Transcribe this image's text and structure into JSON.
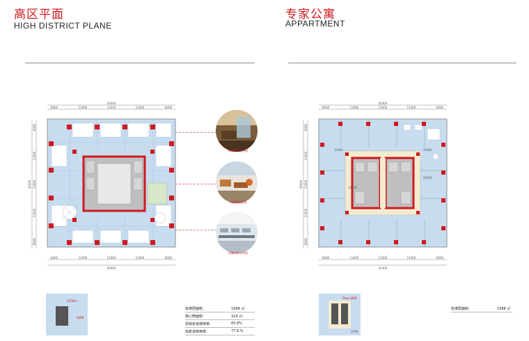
{
  "left": {
    "title_cn": "高区平面",
    "title_en": "HIGH DISTRICT PLANE",
    "dims_top_total": "45000",
    "dims_top": [
      "8000",
      "11000",
      "11000",
      "11000",
      "8000"
    ],
    "dims_bottom_total": "54000",
    "dims_bottom": [
      "8000",
      "11000",
      "11000",
      "11000",
      "8000"
    ],
    "dims_side_total": "45000",
    "dims_left": [
      "8000",
      "11000",
      "11000",
      "11000",
      "8000"
    ],
    "photos": [
      {
        "caption": "封闭式办公空间"
      },
      {
        "caption": "共享休闲空间"
      },
      {
        "caption": "开敞式办公空间"
      }
    ],
    "thumb_labels": [
      "1678m²",
      "4688"
    ],
    "stats": [
      {
        "label": "标准层面积:",
        "value": "1998 ㎡"
      },
      {
        "label": "核心筒面积:",
        "value": "324 ㎡"
      },
      {
        "label": "去除走道使用率:",
        "value": "83.8%"
      },
      {
        "label": "加走道使用率:",
        "value": "77.8 %"
      }
    ]
  },
  "right": {
    "title_cn": "专家公寓",
    "title_en": "APPARTMENT",
    "dims_top_total": "45000",
    "dims_top": [
      "8000",
      "11000",
      "11000",
      "11000",
      "8000"
    ],
    "dims_bottom_total": "45000",
    "dims_bottom": [
      "8000",
      "11000",
      "11000",
      "11000",
      "8000"
    ],
    "dims_side_total": "45000",
    "dims_left": [
      "8000",
      "11000",
      "11000",
      "11000",
      "8000"
    ],
    "core_labels": [
      "15000",
      "23000",
      "25000",
      "20000"
    ],
    "thumb_labels": [
      "Step 1800",
      "1998"
    ],
    "stats": [
      {
        "label": "标准层面积:",
        "value": "1998 ㎡"
      }
    ]
  },
  "colors": {
    "accent": "#d0191f",
    "floor_blue": "#c7dcef",
    "core_grey": "#bfbfbf",
    "column_red": "#d0191f"
  }
}
